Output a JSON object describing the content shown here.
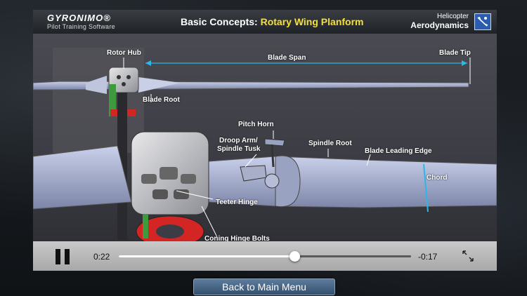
{
  "header": {
    "brand_name": "GYRONIMO®",
    "brand_sub": "Pilot Training Software",
    "title_prefix": "Basic Concepts: ",
    "title_highlight": "Rotary Wing Planform",
    "topic_line1": "Helicopter",
    "topic_line2": "Aerodynamics"
  },
  "diagram": {
    "labels": {
      "rotor_hub": "Rotor Hub",
      "blade_span": "Blade Span",
      "blade_tip": "Blade Tip",
      "blade_root": "Blade Root",
      "pitch_horn": "Pitch Horn",
      "droop_arm_1": "Droop Arm/",
      "droop_arm_2": "Spindle Tusk",
      "spindle_root": "Spindle Root",
      "blade_leading_edge": "Blade Leading Edge",
      "chord": "Chord",
      "teeter_hinge": "Teeter Hinge",
      "coning_hinge_bolts": "Coning Hinge Bolts"
    }
  },
  "player": {
    "elapsed": "0:22",
    "remaining": "-0:17",
    "progress": 0.6
  },
  "footer": {
    "back_label": "Back to Main Menu"
  },
  "colors": {
    "accent_title": "#f4e03a",
    "dimension_line": "#2bb7e8"
  }
}
